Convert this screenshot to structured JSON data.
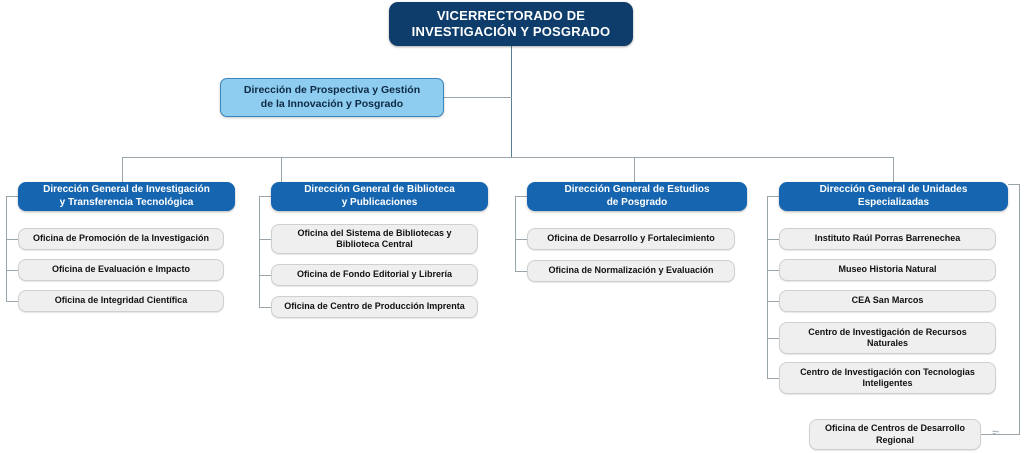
{
  "diagram": {
    "title": "Organigrama Vicerrectorado de Investigación y Posgrado",
    "colors": {
      "root_fill": "#0e3d6b",
      "staff_fill": "#8ecdef",
      "staff_border": "#3a86bd",
      "head_fill": "#1565b0",
      "child_fill": "#efefef",
      "child_border": "#cfcfcf",
      "connector": "#9aa4ab"
    }
  },
  "root": {
    "label": "VICERRECTORADO DE\nINVESTIGACIÓN Y POSGRADO"
  },
  "staff": {
    "label": "Dirección de Prospectiva y Gestión\nde la Innovación y Posgrado"
  },
  "columns": [
    {
      "head": "Dirección General de Investigación\ny Transferencia Tecnológica",
      "children": [
        "Oficina de Promoción de la Investigación",
        "Oficina de Evaluación e Impacto",
        "Oficina de Integridad Científica"
      ]
    },
    {
      "head": "Dirección General de Biblioteca\ny Publicaciones",
      "children": [
        "Oficina del Sistema de Bibliotecas y\nBiblioteca Central",
        "Oficina de Fondo Editorial y Librería",
        "Oficina de Centro de Producción Imprenta"
      ]
    },
    {
      "head": "Dirección General de Estudios\nde Posgrado",
      "children": [
        "Oficina de Desarrollo y Fortalecimiento",
        "Oficina de Normalización y Evaluación"
      ]
    },
    {
      "head": "Dirección General de Unidades\nEspecializadas",
      "children": [
        "Instituto Raúl Porras Barrenechea",
        "Museo Historia Natural",
        "CEA San Marcos",
        "Centro de Investigación de Recursos\nNaturales",
        "Centro de Investigación con Tecnologias\nInteligentes"
      ]
    }
  ],
  "detached": {
    "label": "Oficina de Centros de Desarrollo\nRegional",
    "break_symbol": "≈"
  }
}
